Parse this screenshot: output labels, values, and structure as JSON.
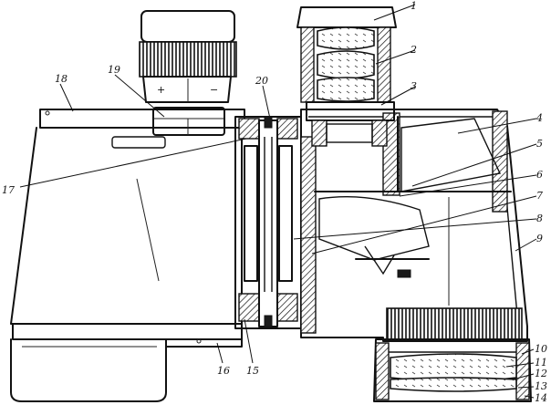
{
  "diagram": {
    "callouts": [
      {
        "id": "c1",
        "text": "1"
      },
      {
        "id": "c2",
        "text": "2"
      },
      {
        "id": "c3",
        "text": "3"
      },
      {
        "id": "c4",
        "text": "4"
      },
      {
        "id": "c5",
        "text": "5"
      },
      {
        "id": "c6",
        "text": "6"
      },
      {
        "id": "c7",
        "text": "7"
      },
      {
        "id": "c8",
        "text": "8"
      },
      {
        "id": "c9",
        "text": "9"
      },
      {
        "id": "c10",
        "text": "10"
      },
      {
        "id": "c11",
        "text": "11"
      },
      {
        "id": "c12",
        "text": "12"
      },
      {
        "id": "c13",
        "text": "13"
      },
      {
        "id": "c14",
        "text": "14"
      },
      {
        "id": "c15",
        "text": "15"
      },
      {
        "id": "c16",
        "text": "16"
      },
      {
        "id": "c17",
        "text": "17"
      },
      {
        "id": "c18",
        "text": "18"
      },
      {
        "id": "c19",
        "text": "19"
      },
      {
        "id": "c20",
        "text": "20"
      }
    ],
    "dial_marks": [
      "+",
      "−"
    ]
  }
}
